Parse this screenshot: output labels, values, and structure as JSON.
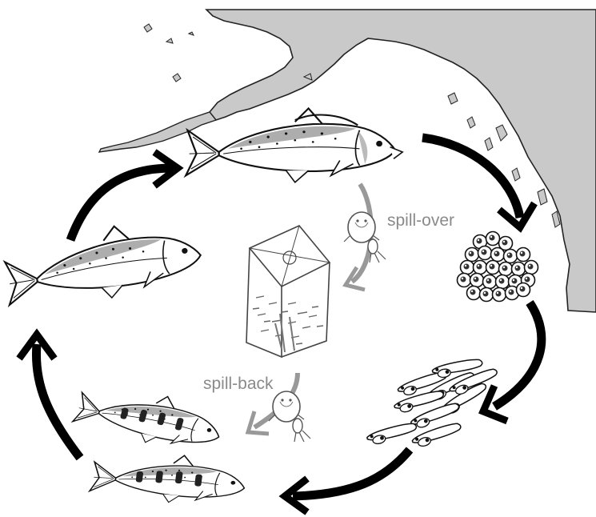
{
  "labels": {
    "spill_over": "spill-over",
    "spill_back": "spill-back"
  },
  "colors": {
    "land": "#c9c9c9",
    "coastline": "#222222",
    "cycle_arrows": "#000000",
    "transmission_arrows": "#999999",
    "label_text": "#8a8a8a"
  },
  "stages": [
    "spawning-adult-salmon",
    "eggs",
    "alevins",
    "juvenile-salmon",
    "ocean-adult-salmon"
  ],
  "icons": [
    "sea-louse-icon",
    "sea-cage-icon",
    "coastline-map"
  ]
}
